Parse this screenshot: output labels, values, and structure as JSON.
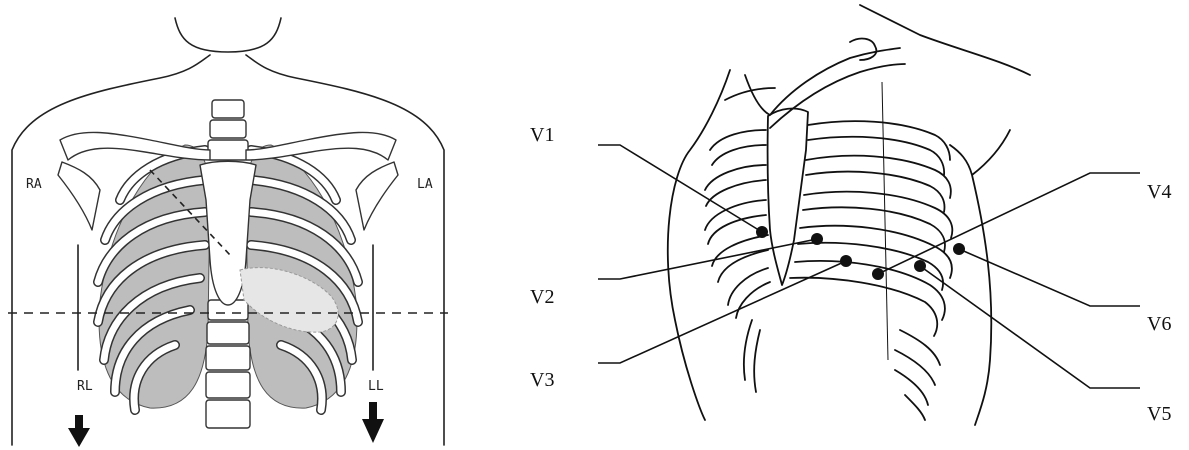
{
  "limb_leads": {
    "right_arm": "RA",
    "left_arm": "LA",
    "right_leg": "RL",
    "left_leg": "LL"
  },
  "precordial_leads": {
    "v1": "V1",
    "v2": "V2",
    "v3": "V3",
    "v4": "V4",
    "v5": "V5",
    "v6": "V6"
  }
}
